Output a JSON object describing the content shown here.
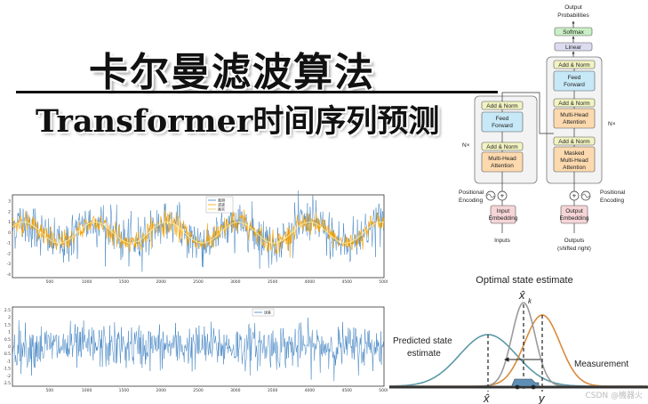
{
  "title_main": "卡尔曼滤波算法",
  "title_sub": "Transformer时间序列预测",
  "plot_top": {
    "legend": [
      "观测",
      "滤波",
      "真实"
    ],
    "x_ticks": [
      "500",
      "1000",
      "1500",
      "2000",
      "2500",
      "3000",
      "3500",
      "4000",
      "4500",
      "5000"
    ],
    "y_ticks": [
      "3",
      "2",
      "1",
      "0",
      "-1",
      "-2",
      "-3",
      "-4"
    ],
    "colors": {
      "observed": "#3c7fc0",
      "filtered": "#f5a000",
      "truth": "#fff2a0"
    }
  },
  "plot_bottom": {
    "legend": [
      "误差"
    ],
    "x_ticks": [
      "500",
      "1000",
      "1500",
      "2000",
      "2500",
      "3000",
      "3500",
      "4000",
      "4500",
      "5000"
    ],
    "y_ticks": [
      "2.5",
      "2",
      "1.5",
      "1",
      "0.5",
      "0",
      "-0.5",
      "-1",
      "-1.5",
      "-2",
      "-2.5"
    ],
    "colors": {
      "error": "#3c7fc0"
    }
  },
  "transformer": {
    "output_probabilities": [
      "Output",
      "Probabilities"
    ],
    "softmax": "Softmax",
    "linear": "Linear",
    "add_norm": "Add & Norm",
    "feed_forward": [
      "Feed",
      "Forward"
    ],
    "multi_head_attention": [
      "Multi-Head",
      "Attention"
    ],
    "masked_multi_head_attention": [
      "Masked",
      "Multi-Head",
      "Attention"
    ],
    "nx": "N×",
    "positional_encoding": [
      "Positional",
      "Encoding"
    ],
    "input_embedding": [
      "Input",
      "Embedding"
    ],
    "output_embedding": [
      "Output",
      "Embedding"
    ],
    "inputs": "Inputs",
    "outputs": [
      "Outputs",
      "(shifted right)"
    ],
    "colors": {
      "attention": "#fcd9ae",
      "ffn": "#c7e8f7",
      "norm": "#f2f3c1",
      "embedding": "#f6d5d7",
      "softmax": "#c9efc5",
      "linear": "#dcdcf0"
    }
  },
  "kalman": {
    "optimal_label": "Optimal state estimate",
    "predicted_label": [
      "Predicted state",
      "estimate"
    ],
    "measurement_label": "Measurement",
    "x_hat_k": "x̂",
    "x_hat_k_sub": "k",
    "x_hat_prior": "x̂",
    "y_label": "y",
    "colors": {
      "predicted": "#5b9aa8",
      "measurement": "#d98a3b",
      "optimal": "#9a9a9a"
    }
  },
  "watermark": "CSDN @機器火"
}
